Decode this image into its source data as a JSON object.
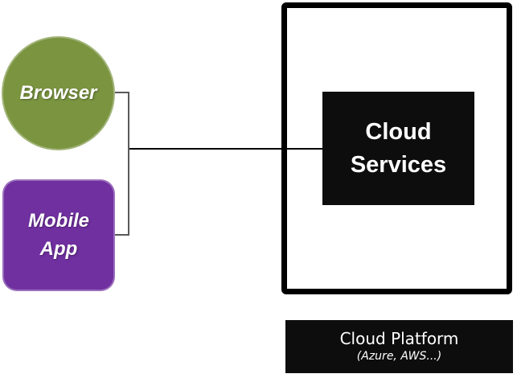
{
  "canvas": {
    "background": "#FFFFFF"
  },
  "nodes": {
    "browser": {
      "label": "Browser",
      "fill": "#7A9440",
      "text_color": "#FFFFFF",
      "shape": "circle"
    },
    "mobile_app": {
      "lines": [
        "Mobile",
        "App"
      ],
      "fill": "#7030A0",
      "text_color": "#FFFFFF",
      "shape": "rounded-rect"
    },
    "cloud_services": {
      "lines": [
        "Cloud",
        "Services"
      ],
      "fill": "#0D0D0D",
      "text_color": "#FFFFFF",
      "shape": "rect"
    },
    "cloud_platform": {
      "title": "Cloud Platform",
      "subtitle": "(Azure, AWS...)",
      "fill": "#0D0D0D",
      "text_color": "#FFFFFF",
      "shape": "rect"
    }
  },
  "container": {
    "name": "cloud-boundary",
    "border_color": "#000000",
    "fill": "#FFFFFF"
  },
  "connectors": {
    "bracket_color": "#595959",
    "main_line_color": "#000000"
  }
}
